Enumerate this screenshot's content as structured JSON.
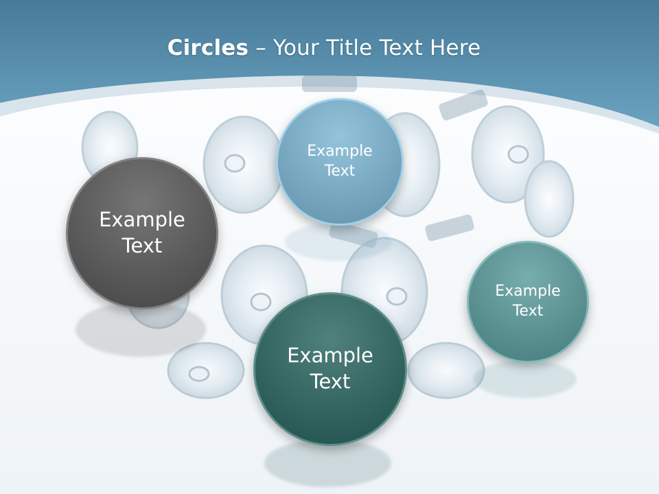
{
  "slide": {
    "title_bold": "Circles",
    "title_rest": " – Your Title Text Here"
  },
  "bubbles": [
    {
      "label": "Example\nText",
      "color": "#5a5a5a"
    },
    {
      "label": "Example\nText",
      "color": "#78a8c0"
    },
    {
      "label": "Example\nText",
      "color": "#356561"
    },
    {
      "label": "Example\nText",
      "color": "#5c9192"
    }
  ],
  "colors": {
    "header": "#4f87a6",
    "header_light": "#6fa3bf",
    "background": "#f4f7fa"
  },
  "background_image": "megaphones-circle-illustration"
}
